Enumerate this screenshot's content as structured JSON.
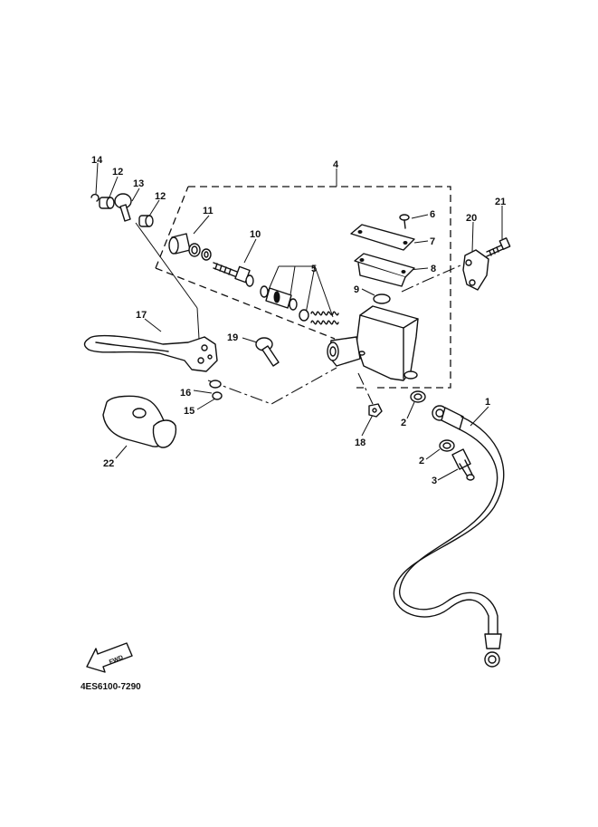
{
  "diagram": {
    "callouts": {
      "c1": "1",
      "c2a": "2",
      "c2b": "2",
      "c3": "3",
      "c4": "4",
      "c5": "5",
      "c6": "6",
      "c7": "7",
      "c8": "8",
      "c9": "9",
      "c10": "10",
      "c11": "11",
      "c12a": "12",
      "c12b": "12",
      "c13": "13",
      "c14": "14",
      "c15": "15",
      "c16": "16",
      "c17": "17",
      "c18": "18",
      "c19": "19",
      "c20": "20",
      "c21": "21",
      "c22": "22"
    },
    "direction_label": "FWD",
    "diagram_code": "4ES6100-7290"
  }
}
